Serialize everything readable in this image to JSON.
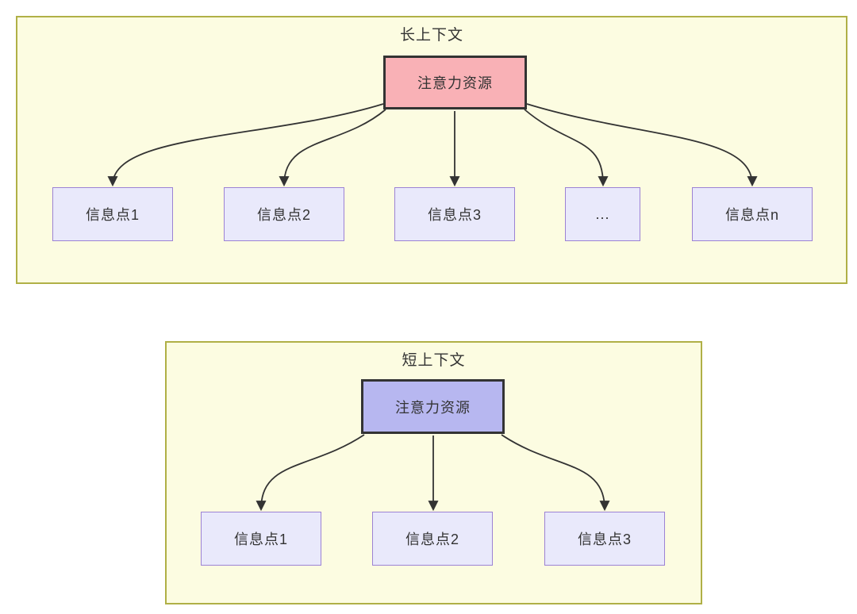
{
  "colors": {
    "panel_background": "#fcfce1",
    "panel_border": "#b0b046",
    "attention_long_fill": "#f9b1b6",
    "attention_short_fill": "#b7b7f0",
    "attention_border": "#333333",
    "info_fill": "#e9e9fb",
    "info_border": "#9c82d4",
    "arrow_color": "#333333",
    "text_color": "#333333"
  },
  "diagrams": [
    {
      "title": "长上下文",
      "attention_label": "注意力资源",
      "info_boxes": [
        {
          "label": "信息点1"
        },
        {
          "label": "信息点2"
        },
        {
          "label": "信息点3"
        },
        {
          "label": "..."
        },
        {
          "label": "信息点n"
        }
      ]
    },
    {
      "title": "短上下文",
      "attention_label": "注意力资源",
      "info_boxes": [
        {
          "label": "信息点1"
        },
        {
          "label": "信息点2"
        },
        {
          "label": "信息点3"
        }
      ]
    }
  ]
}
